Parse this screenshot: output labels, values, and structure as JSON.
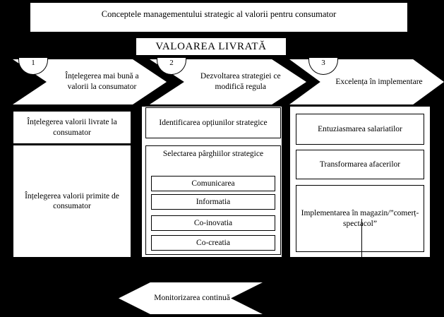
{
  "diagram": {
    "title": "Conceptele managementului strategic al valorii pentru consumator",
    "subtitle": "VALOAREA LIVRATĂ",
    "background_color": "#000000",
    "shape_fill": "#ffffff",
    "stroke_color": "#000000"
  },
  "phases": [
    {
      "number": "1",
      "label": "Înțelegerea mai bună a valorii la consumator"
    },
    {
      "number": "2",
      "label": "Dezvoltarea strategiei ce modifică regula"
    },
    {
      "number": "3",
      "label": "Excelența în implementare"
    }
  ],
  "columns": {
    "left": {
      "items": [
        "Înțelegerea valorii livrate la consumator",
        "Înțelegerea valorii primite  de consumator"
      ]
    },
    "middle": {
      "option_box": "Identificarea opțiunilor strategice",
      "levers_title": "Selectarea pârghiilor strategice",
      "levers": [
        "Comunicarea",
        "Informatia",
        "Co-inovatia",
        "Co-creatia"
      ]
    },
    "right": {
      "items": [
        "Entuziasmarea salariatilor",
        "Transformarea afacerilor",
        "Implementarea în magazin/”comerț-spectacol”"
      ]
    }
  },
  "footer": {
    "label": "Monitorizarea continuă"
  }
}
